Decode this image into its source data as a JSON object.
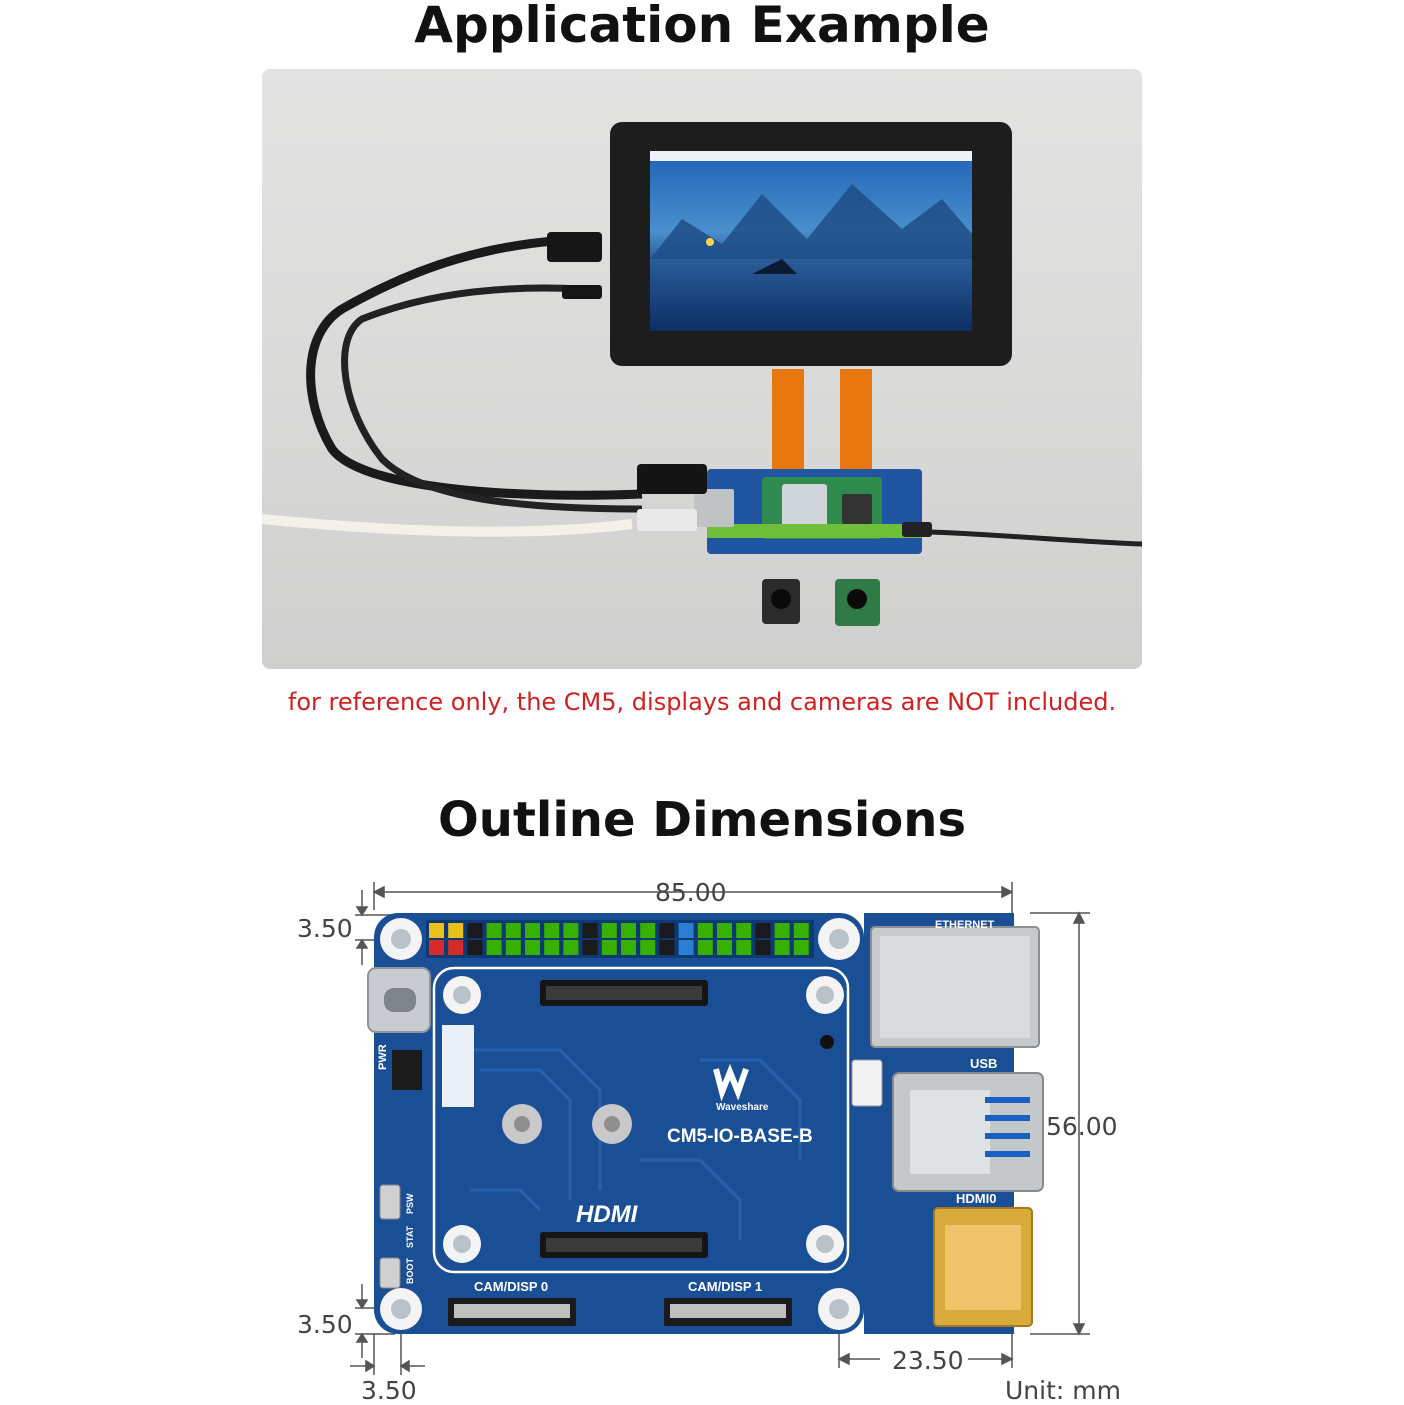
{
  "headings": {
    "application": "Application Example",
    "outline": "Outline Dimensions"
  },
  "disclaimer": "for reference only, the CM5, displays and cameras are NOT included.",
  "dimensions": {
    "width": "85.00",
    "height": "56.00",
    "hole_offset_top": "3.50",
    "hole_offset_bottom": "3.50",
    "hole_offset_left": "3.50",
    "hole_spacing_right": "23.50",
    "unit": "Unit: mm"
  },
  "board": {
    "brand": "Waveshare",
    "model": "CM5-IO-BASE-B",
    "hdmi_logo": "HDMI",
    "ethernet": "ETHERNET",
    "usb": "USB",
    "hdmi0": "HDMI0",
    "cam0": "CAM/DISP 0",
    "cam1": "CAM/DISP 1",
    "pwr": "PWR",
    "psw": "PSW",
    "stat": "STAT",
    "boot": "BOOT"
  },
  "colors": {
    "pcb": "#1a4f96",
    "note_red": "#d02020",
    "header_green": "#38b000"
  }
}
